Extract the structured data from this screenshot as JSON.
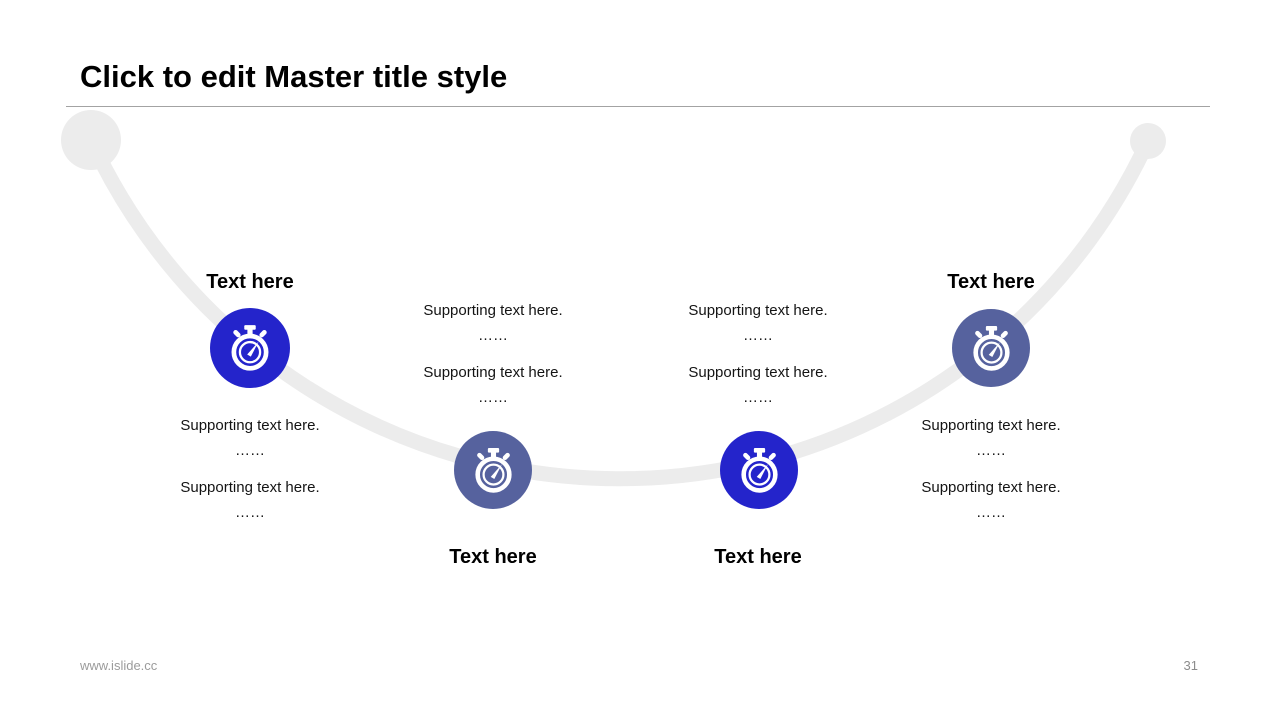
{
  "slide_title": "Click to edit Master title style",
  "milestones": [
    {
      "label": "Text here",
      "icon": "stopwatch-icon",
      "style": "primary",
      "supporting": [
        "Supporting text here.",
        "……",
        "Supporting text here.",
        "……"
      ]
    },
    {
      "label": "Text here",
      "icon": "stopwatch-icon",
      "style": "secondary",
      "supporting": [
        "Supporting text here.",
        "……",
        "Supporting text here.",
        "……"
      ]
    },
    {
      "label": "Text here",
      "icon": "stopwatch-icon",
      "style": "primary",
      "supporting": [
        "Supporting text here.",
        "……",
        "Supporting text here.",
        "……"
      ]
    },
    {
      "label": "Text here",
      "icon": "stopwatch-icon",
      "style": "secondary",
      "supporting": [
        "Supporting text here.",
        "……",
        "Supporting text here.",
        "……"
      ]
    }
  ],
  "footer": {
    "website": "www.islide.cc",
    "page_number": "31"
  },
  "colors": {
    "primary_blue": "#2424cb",
    "secondary_blue": "#56629e",
    "arc_gray": "#ececec",
    "divider_gray": "#a3a3a3",
    "footer_gray": "#9b9b9b"
  }
}
